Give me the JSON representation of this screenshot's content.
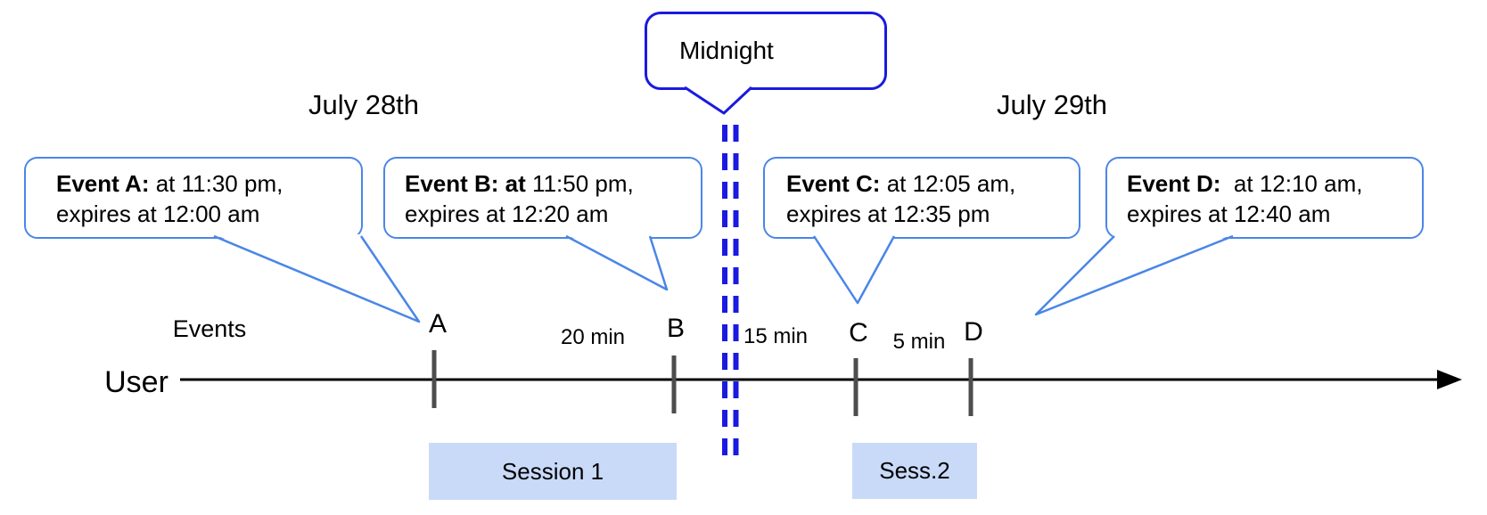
{
  "diagram": {
    "dates": {
      "left": "July 28th",
      "right": "July 29th"
    },
    "midnight": {
      "label": "Midnight"
    },
    "axis": {
      "user_label": "User",
      "events_label": "Events"
    },
    "events": [
      {
        "tick_label": "A",
        "bold": "Event A:",
        "line1": " at 11:30 pm,",
        "line2": "expires at 12:00 am"
      },
      {
        "tick_label": "B",
        "bold": "Event B: at",
        "line1": " 11:50 pm,",
        "line2": "expires at 12:20 am"
      },
      {
        "tick_label": "C",
        "bold": "Event C:",
        "line1": " at 12:05 am,",
        "line2": "expires at 12:35 pm"
      },
      {
        "tick_label": "D",
        "bold": "Event D:",
        "line1": "  at 12:10 am,",
        "line2": "expires at 12:40 am"
      }
    ],
    "gaps": [
      {
        "label": "20 min"
      },
      {
        "label": "15 min"
      },
      {
        "label": "5 min"
      }
    ],
    "sessions": [
      {
        "label": "Session 1"
      },
      {
        "label": "Sess.2"
      }
    ],
    "colors": {
      "event_callout_border": "#4a86e8",
      "midnight_blue": "#1a1ae0",
      "session_fill": "#c9daf8",
      "tick_color": "#4d4d4d",
      "axis_color": "#000000"
    }
  }
}
